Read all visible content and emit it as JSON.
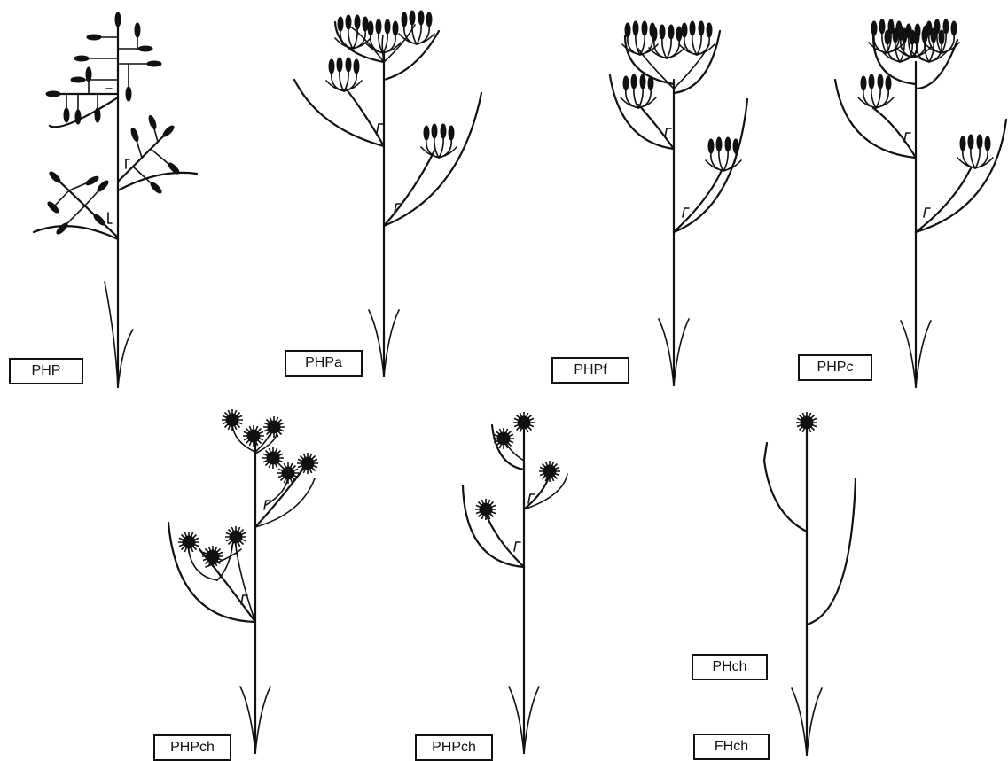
{
  "labels": {
    "php": "PHP",
    "phpa": "PHPa",
    "phpf": "PHPf",
    "phpc": "PHPc",
    "phpch_left": "PHPch",
    "phpch_mid": "PHPch",
    "phch": "PHch",
    "fhch": "FHch"
  },
  "colors": {
    "ink": "#111111",
    "background": "#ffffff"
  }
}
